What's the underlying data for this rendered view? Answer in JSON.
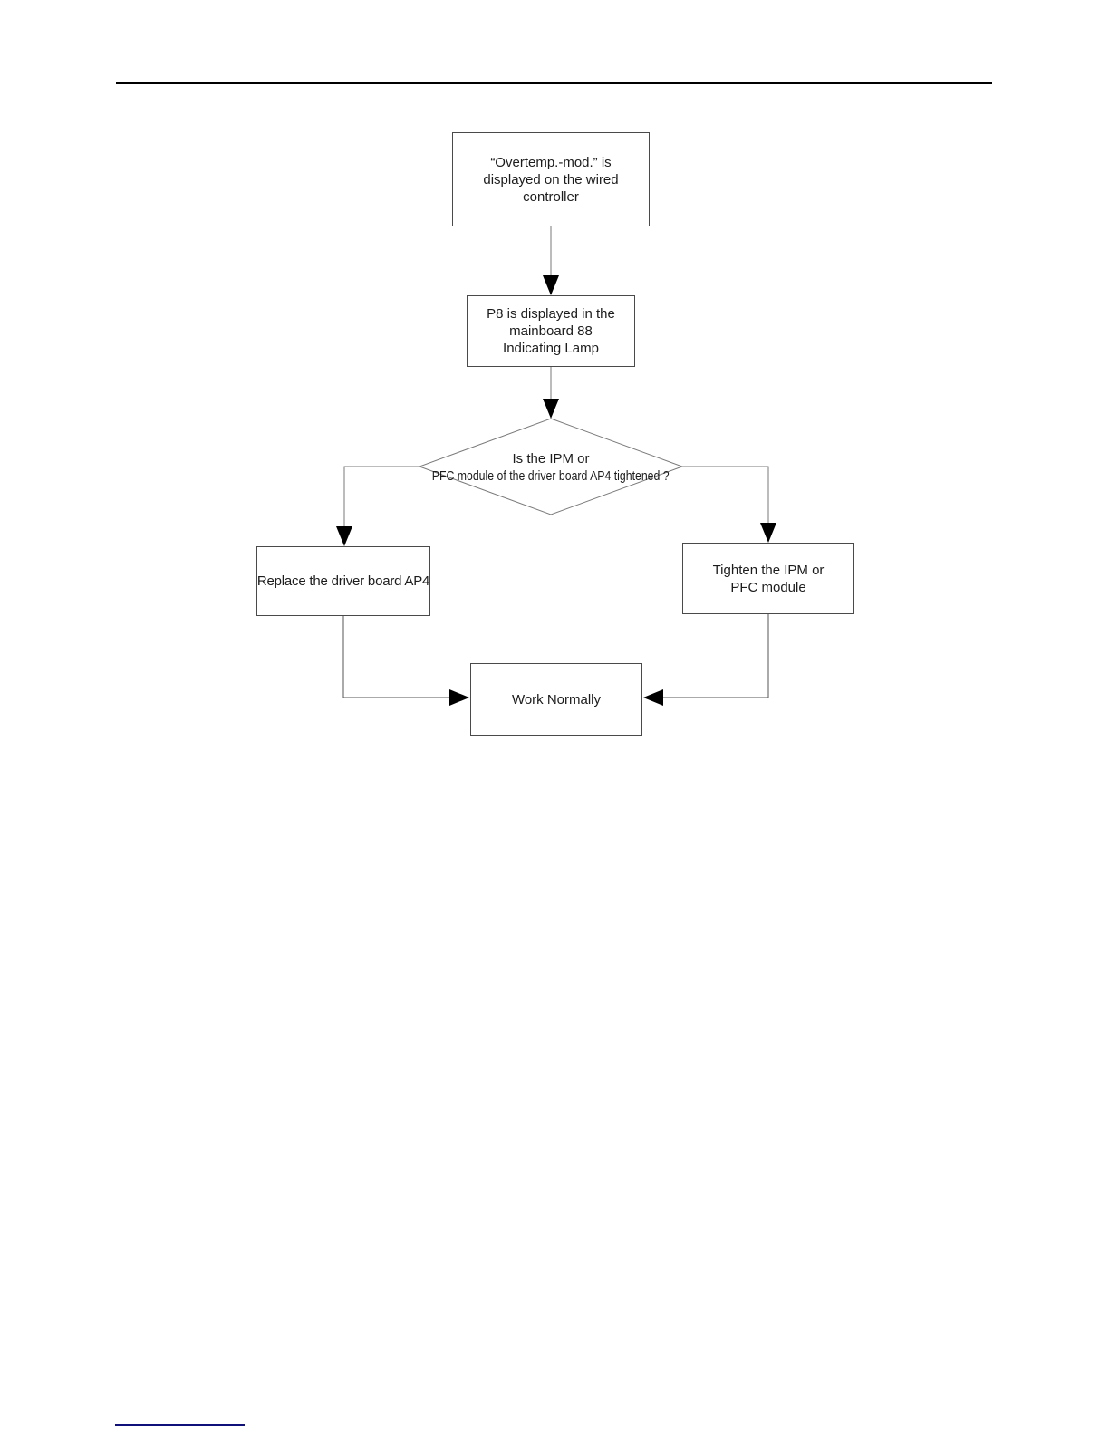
{
  "flowchart": {
    "nodes": {
      "start": {
        "lines": [
          "“Overtemp.-mod.” is",
          "displayed on the wired",
          "controller"
        ]
      },
      "indicator": {
        "lines": [
          "P8 is displayed in the",
          "mainboard 88",
          "Indicating Lamp"
        ]
      },
      "decision": {
        "lines": [
          "Is the IPM or",
          "PFC module of the driver board AP4 tightened ?"
        ]
      },
      "replace": {
        "lines": [
          "Replace the driver board AP4"
        ]
      },
      "tighten": {
        "lines": [
          "Tighten the IPM or",
          "PFC module"
        ]
      },
      "work_normally": {
        "lines": [
          "Work Normally"
        ]
      }
    },
    "colors": {
      "box_border": "#4a4a4a",
      "connector_line": "#7a7a7a",
      "arrowhead": "#000000",
      "header_rule": "#000000",
      "footer_rule": "#10107a"
    }
  }
}
